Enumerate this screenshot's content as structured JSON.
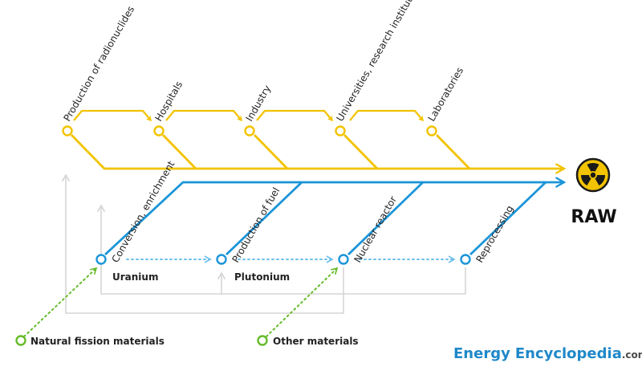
{
  "colors": {
    "yellow": "#f2c300",
    "blue": "#1b95d8",
    "light_blue": "#6cc0ec",
    "gray": "#d6d6d6",
    "green": "#66bb2a",
    "brand_blue": "#1f88c9",
    "brand_gray": "#4a4a4a"
  },
  "yellow_nodes": [
    {
      "label": "Production of radionuclides"
    },
    {
      "label": "Hospitals"
    },
    {
      "label": "Industry"
    },
    {
      "label": "Universities, research institutions"
    },
    {
      "label": "Laboratories"
    }
  ],
  "blue_nodes": [
    {
      "label": "Conversion, enrichment"
    },
    {
      "label": "Production of fuel"
    },
    {
      "label": "Nuclear reactor"
    },
    {
      "label": "Reprocessing"
    }
  ],
  "materials": {
    "uranium": "Uranium",
    "plutonium": "Plutonium"
  },
  "sources": [
    {
      "label": "Natural fission materials"
    },
    {
      "label": "Other materials"
    }
  ],
  "target": {
    "label": "RAW",
    "icon": "radioactive-icon"
  },
  "brand": {
    "energy": "Energy",
    "encyclopedia": "Encyclopedia",
    "suffix": ".com"
  }
}
